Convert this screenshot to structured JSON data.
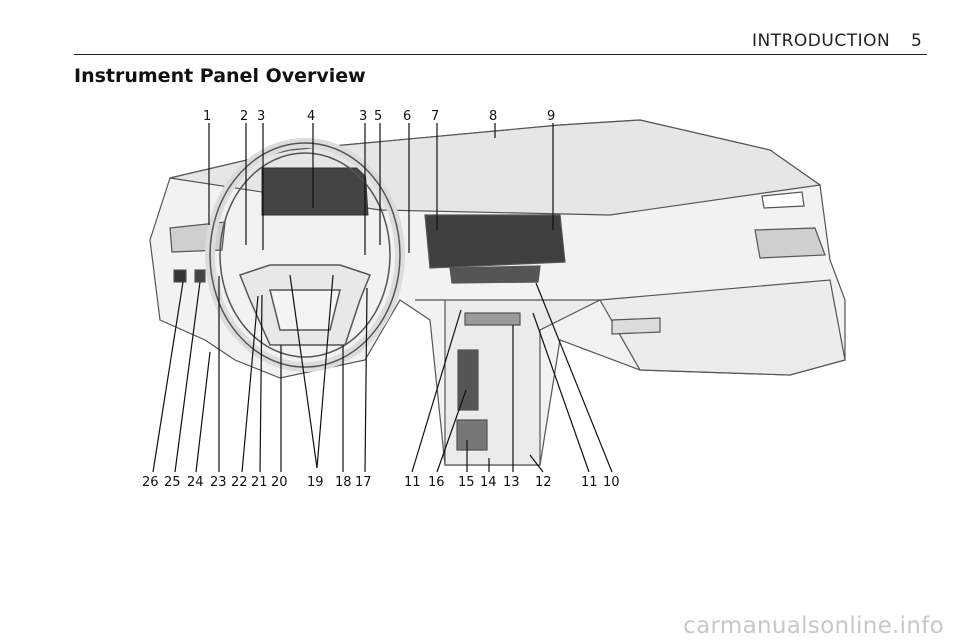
{
  "header": {
    "section_label": "INTRODUCTION",
    "page_number": "5"
  },
  "title": "Instrument Panel Overview",
  "callouts_top": [
    "1",
    "2",
    "3",
    "4",
    "3",
    "5",
    "6",
    "7",
    "8",
    "9"
  ],
  "callouts_bottom": [
    "26",
    "25",
    "24",
    "23",
    "22",
    "21",
    "20",
    "19",
    "18",
    "17",
    "11",
    "16",
    "15",
    "14",
    "13",
    "12",
    "11",
    "10"
  ],
  "watermark": "carmanualsonline.info"
}
